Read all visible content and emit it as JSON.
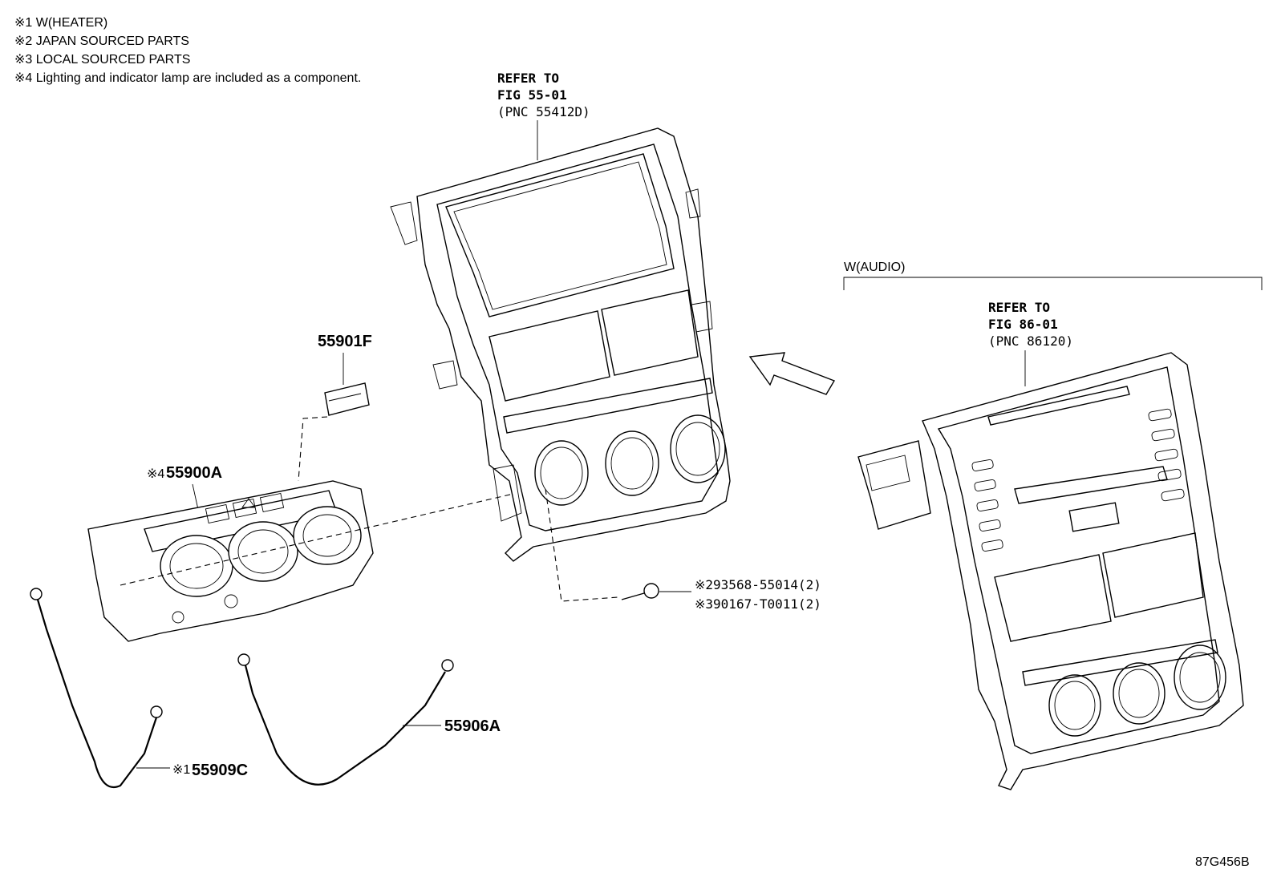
{
  "notes": [
    "※1 W(HEATER)",
    "※2 JAPAN SOURCED PARTS",
    "※3 LOCAL SOURCED PARTS",
    "※4 Lighting and indicator lamp are included as a component."
  ],
  "refer_top": {
    "line1": "REFER TO",
    "line2": "FIG 55-01",
    "line3": "(PNC 55412D)"
  },
  "refer_right": {
    "group_label": "W(AUDIO)",
    "line1": "REFER TO",
    "line2": "FIG 86-01",
    "line3": "(PNC 86120)"
  },
  "parts": {
    "p55901F": "55901F",
    "p55900A_mark": "※4",
    "p55900A": "55900A",
    "p55906A": "55906A",
    "p55909C_mark": "※1",
    "p55909C": "55909C",
    "screw1": "※293568-55014(2)",
    "screw2": "※390167-T0011(2)"
  },
  "figure_id": "87G456B"
}
